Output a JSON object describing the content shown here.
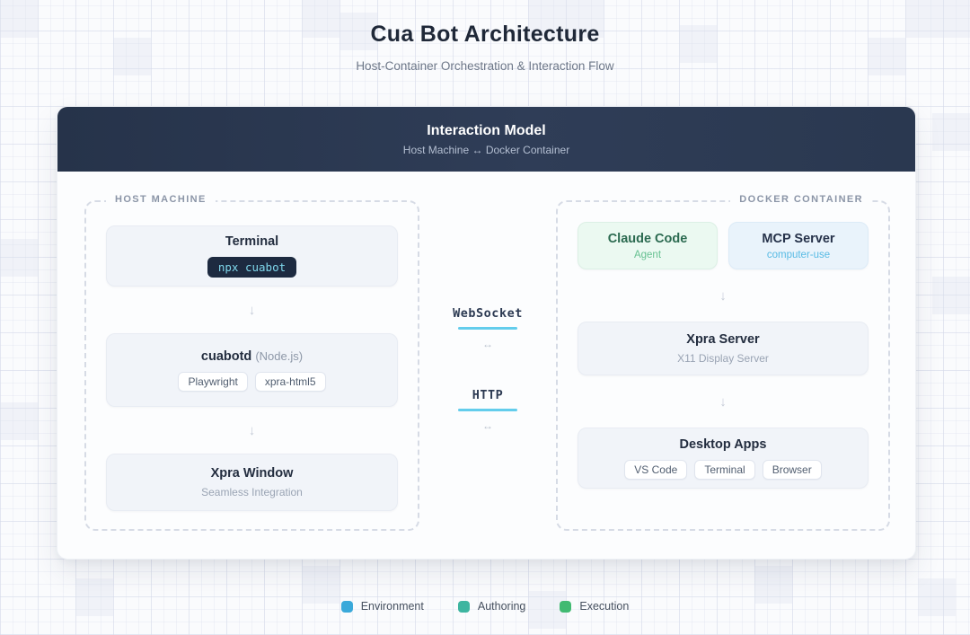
{
  "page": {
    "title": "Cua Bot Architecture",
    "subtitle": "Host-Container Orchestration & Interaction Flow"
  },
  "panel": {
    "header": {
      "title": "Interaction Model",
      "subtitle": "Host Machine ↔ Docker Container"
    },
    "host": {
      "label": "HOST MACHINE",
      "terminal": {
        "title": "Terminal",
        "command": "npx cuabot"
      },
      "daemon": {
        "title": "cuabotd",
        "runtime": "(Node.js)",
        "chips": [
          "Playwright",
          "xpra-html5"
        ]
      },
      "window": {
        "title": "Xpra Window",
        "subtitle": "Seamless Integration"
      }
    },
    "connections": {
      "websocket": {
        "label": "WebSocket",
        "arrow": "↔"
      },
      "http": {
        "label": "HTTP",
        "arrow": "↔"
      }
    },
    "docker": {
      "label": "DOCKER CONTAINER",
      "claude": {
        "title": "Claude Code",
        "subtitle": "Agent"
      },
      "mcp": {
        "title": "MCP Server",
        "subtitle": "computer-use"
      },
      "xpra": {
        "title": "Xpra Server",
        "subtitle": "X11 Display Server"
      },
      "apps": {
        "title": "Desktop Apps",
        "chips": [
          "VS Code",
          "Terminal",
          "Browser"
        ]
      }
    },
    "flow_arrow": "↓"
  },
  "legend": {
    "items": [
      {
        "label": "Environment",
        "color": "#3aa9da"
      },
      {
        "label": "Authoring",
        "color": "#3db5a0"
      },
      {
        "label": "Execution",
        "color": "#41ba72"
      }
    ]
  },
  "colors": {
    "header_bg": "#2b3950",
    "accent_cyan": "#63cdec",
    "code_bg": "#1d2a40",
    "code_text": "#7fd8ec",
    "dashed_border": "#d6dbe5"
  }
}
